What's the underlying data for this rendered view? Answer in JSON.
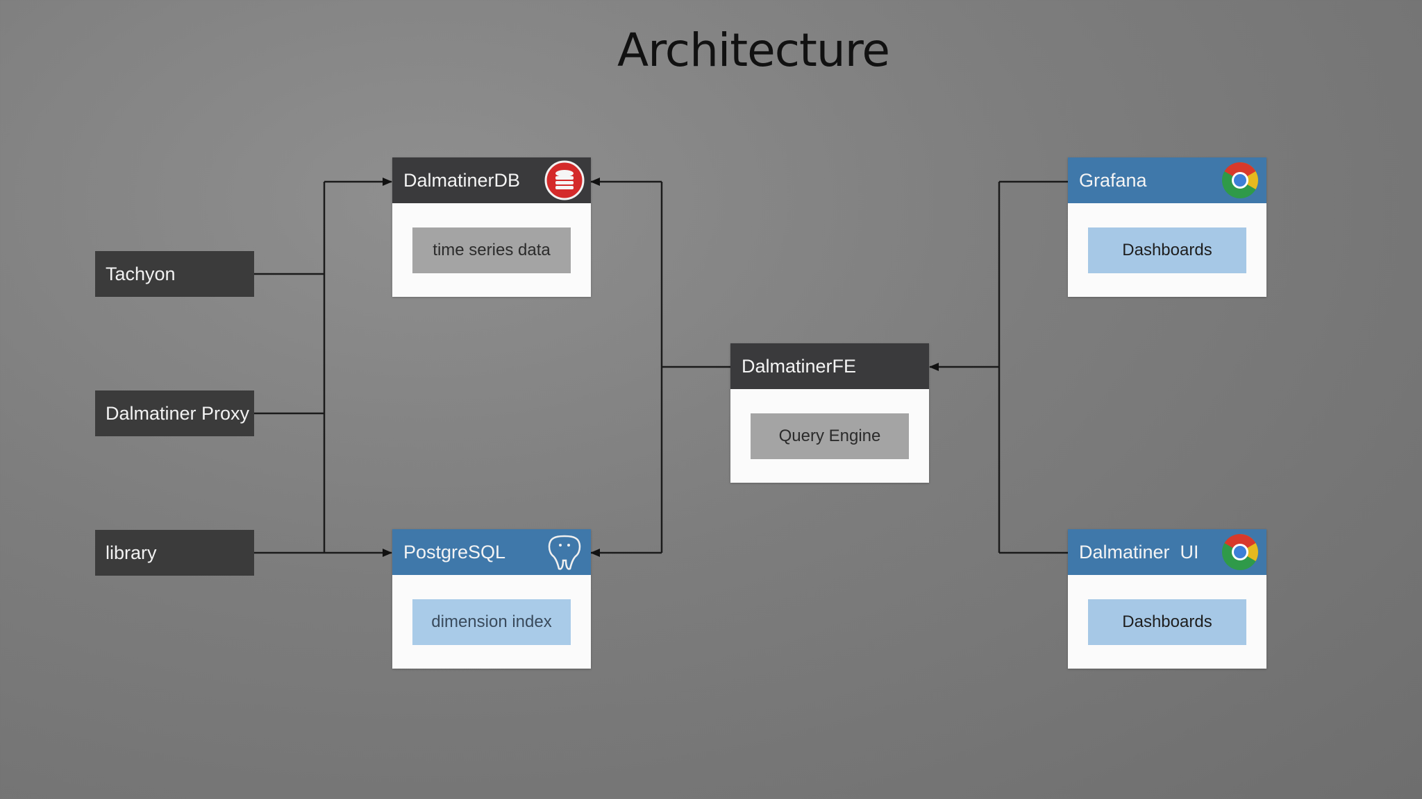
{
  "slide": {
    "title": "Architecture"
  },
  "sources": [
    {
      "label": "Tachyon"
    },
    {
      "label": "Dalmatiner Proxy"
    },
    {
      "label": "library"
    }
  ],
  "dalmatinerdb": {
    "title": "DalmatinerDB",
    "inner": "time series data",
    "icon": "database-icon"
  },
  "postgresql": {
    "title": "PostgreSQL",
    "inner": "dimension index",
    "icon": "elephant-icon"
  },
  "dalmatinerfe": {
    "title": "DalmatinerFE",
    "inner": "Query Engine"
  },
  "grafana": {
    "title": "Grafana",
    "inner": "Dashboards",
    "icon": "chrome-icon"
  },
  "dalmatiner_ui": {
    "title": "Dalmatiner  UI",
    "inner": "Dashboards",
    "icon": "chrome-icon"
  },
  "colors": {
    "dark_header": "#3a3a3c",
    "blue_header": "#3f78aa",
    "gray_inner": "#a4a4a4",
    "light_blue_inner": "#a9cbe8",
    "db_icon_red": "#d42a2a",
    "background": "#7d7d7d"
  }
}
